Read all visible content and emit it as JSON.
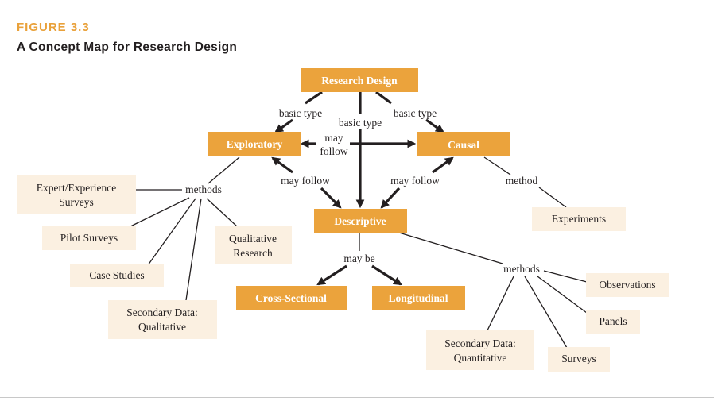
{
  "figure": {
    "label": "FIGURE 3.3",
    "title": "A Concept Map for Research Design"
  },
  "nodes": {
    "research_design": "Research Design",
    "exploratory": "Exploratory",
    "causal": "Causal",
    "descriptive": "Descriptive",
    "cross_sectional": "Cross-Sectional",
    "longitudinal": "Longitudinal",
    "expert_surveys_1": "Expert/Experience",
    "expert_surveys_2": "Surveys",
    "pilot_surveys": "Pilot Surveys",
    "case_studies": "Case Studies",
    "secondary_qual_1": "Secondary Data:",
    "secondary_qual_2": "Qualitative",
    "qualitative_research_1": "Qualitative",
    "qualitative_research_2": "Research",
    "experiments": "Experiments",
    "observations": "Observations",
    "panels": "Panels",
    "surveys": "Surveys",
    "secondary_quant_1": "Secondary Data:",
    "secondary_quant_2": "Quantitative"
  },
  "labels": {
    "basic_type_left": "basic type",
    "basic_type_center": "basic type",
    "basic_type_right": "basic type",
    "may_follow_top_1": "may",
    "may_follow_top_2": "follow",
    "may_follow_left": "may follow",
    "may_follow_right": "may follow",
    "methods_exploratory": "methods",
    "method_causal": "method",
    "may_be": "may be",
    "methods_descriptive": "methods"
  }
}
